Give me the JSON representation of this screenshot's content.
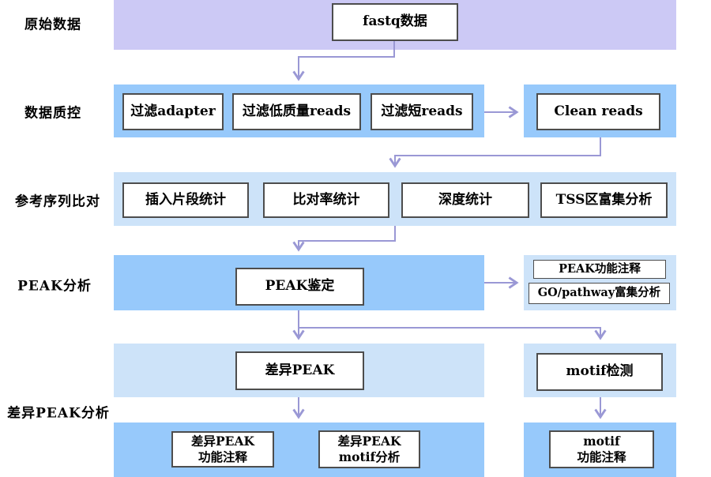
{
  "palette": {
    "purple": "#ccc9f5",
    "blue": "#97c9fb",
    "lightblue": "#cde3f9",
    "arrow": "#9a98d5",
    "boxborder": "#4d4d4d"
  },
  "row_labels": {
    "raw": "原始数据",
    "qc": "数据质控",
    "align": "参考序列比对",
    "peak": "PEAK分析",
    "diff": "差异PEAK分析"
  },
  "nodes": {
    "fastq": "fastq数据",
    "filter_adapter": "过滤adapter",
    "filter_low_quality": "过滤低质量reads",
    "filter_short": "过滤短reads",
    "clean_reads": "Clean reads",
    "insert_stats": "插入片段统计",
    "mapping_rate": "比对率统计",
    "depth_stats": "深度统计",
    "tss_enrich": "TSS区富集分析",
    "peak_calling": "PEAK鉴定",
    "peak_annotation": "PEAK功能注释",
    "go_pathway": "GO/pathway富集分析",
    "diff_peak": "差异PEAK",
    "motif_detect": "motif检测",
    "diff_peak_anno_line1": "差异PEAK",
    "diff_peak_anno_line2": "功能注释",
    "diff_peak_motif_line1": "差异PEAK",
    "diff_peak_motif_line2": "motif分析",
    "motif_anno_line1": "motif",
    "motif_anno_line2": "功能注释"
  }
}
